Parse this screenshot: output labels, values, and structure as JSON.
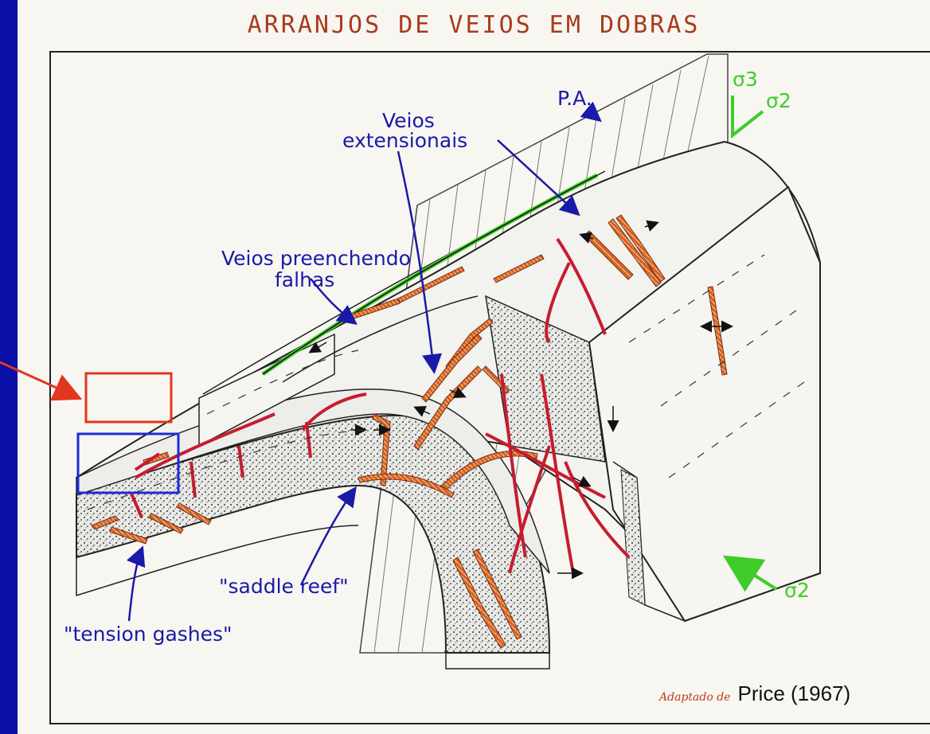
{
  "title": "ARRANJOS DE VEIOS EM DOBRAS",
  "labels": {
    "plano_axial": "P.A.",
    "sigma3": "σ3",
    "sigma2_top": "σ2",
    "sigma2_bottom": "σ2",
    "veios_ext_line1": "Veios",
    "veios_ext_line2": "extensionais",
    "veios_falhas_line1": "Veios preenchendo",
    "veios_falhas_line2": "falhas",
    "saddle_reef": "\"saddle reef\"",
    "tension_gashes": "\"tension gashes\""
  },
  "credit": {
    "prefix": "Adaptado de",
    "source": "Price (1967)"
  },
  "colors": {
    "background": "#0a0fa8",
    "label_blue": "#1a1aa8",
    "stress_green": "#3fcc2a",
    "vein_orange": "#d3611f",
    "vein_red": "#c61c2f",
    "highlight_red": "#e2361f",
    "highlight_blue": "#1f2ad8"
  }
}
